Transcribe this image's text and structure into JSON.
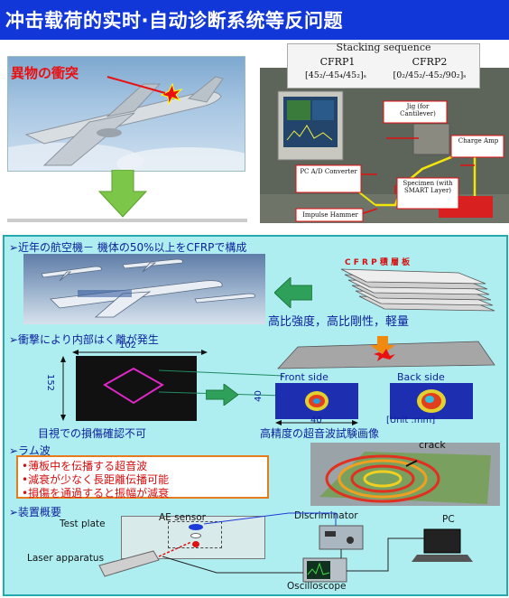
{
  "title": "冲击载荷的实时·自动诊断系统等反问题",
  "top_left": {
    "impact_label": "異物の衝突"
  },
  "experiment": {
    "stacking_title": "Stacking sequence",
    "cfrp1_label": "CFRP1",
    "cfrp1_seq": "[45₂/-45₄/45₂]ₛ",
    "cfrp2_label": "CFRP2",
    "cfrp2_seq": "[0₂/45₂/-45₂/90₂]ₛ",
    "jig_label": "Jig (for Cantilever)",
    "charge_amp_label": "Charge Amp",
    "pc_label": "PC A/D Converter",
    "specimen_label": "Specimen (with SMART Layer)",
    "hammer_label": "Impulse Hammer"
  },
  "panel": {
    "section1_heading": "➢近年の航空機－ 機体の50%以上をCFRPで構成",
    "cfrp_plate_label": "C F R P 積 層 板",
    "strength_caption": "高比強度，高比剛性，軽量",
    "section2_heading": "➢衝撃により内部はく離が発生",
    "dim_width": "102",
    "dim_height": "152",
    "dim_small_h": "40",
    "dim_small_w": "40",
    "front_side_label": "Front side",
    "back_side_label": "Back side",
    "unit_label": "[Unit :mm]",
    "visual_caption": "目視での損傷確認不可",
    "ultrasound_caption": "高精度の超音波試験画像",
    "section3_heading": "➢ラム波",
    "bullets": [
      "•薄板中を伝播する超音波",
      "•減衰が少なく長距離伝播可能",
      "•損傷を通過すると振幅が減衰"
    ],
    "crack_label": "crack",
    "section4_heading": "➢装置概要",
    "test_plate_label": "Test plate",
    "ae_sensor_label": "AE sensor",
    "discriminator_label": "Discriminator",
    "pc_label": "PC",
    "laser_label": "Laser apparatus",
    "oscilloscope_label": "Oscilloscope"
  },
  "colors": {
    "title_bg": "#1237d8",
    "panel_bg": "#aeeef1",
    "heading_text": "#0b1f9c",
    "accent_red": "#d60f0f",
    "magenta": "#e028c8",
    "arrow_green": "#2ea05a"
  }
}
